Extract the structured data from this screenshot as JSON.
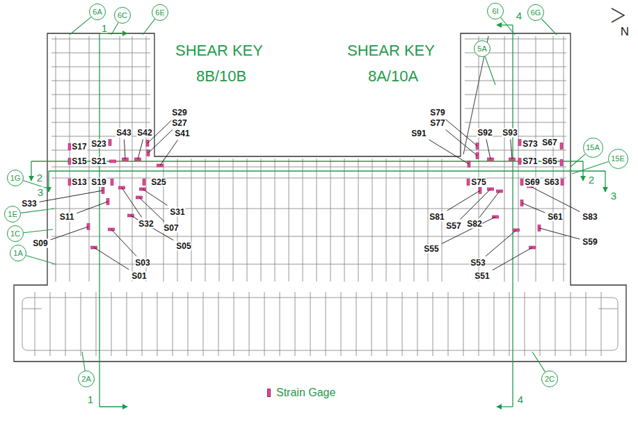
{
  "diagram": {
    "nodes": [
      {
        "text": [
          "6A"
        ]
      },
      {
        "text": [
          "6C"
        ]
      },
      {
        "text": [
          "6E"
        ]
      },
      {
        "text": [
          "6I"
        ]
      },
      {
        "text": [
          "6G"
        ]
      },
      {
        "text": [
          "5A"
        ]
      },
      {
        "text": [
          "15A"
        ]
      },
      {
        "text": [
          "1G"
        ]
      },
      {
        "text": [
          "15E"
        ]
      },
      {
        "text": [
          "1E"
        ]
      },
      {
        "text": [
          "1C"
        ]
      },
      {
        "text": [
          "1A"
        ]
      },
      {
        "text": [
          "2A"
        ]
      },
      {
        "text": [
          "2C"
        ]
      }
    ],
    "labels": [
      "N",
      "SHEAR KEY",
      "8B/10B",
      "SHEAR KEY",
      "8A/10A",
      "1",
      "4",
      "2",
      "3",
      "2",
      "3",
      "S29",
      "S27",
      "S43",
      "S42",
      "S41",
      "S17",
      "S23",
      "S15",
      "S21",
      "S13",
      "S19",
      "S25",
      "S33",
      "S11",
      "S31",
      "S32",
      "S07",
      "S05",
      "S09",
      "S03",
      "S01",
      "S79",
      "S77",
      "S91",
      "S92",
      "S93",
      "S73",
      "S67",
      "S71",
      "S65",
      "S75",
      "S69",
      "S63",
      "S81",
      "S57",
      "S82",
      "S83",
      "S61",
      "S55",
      "S59",
      "S53",
      "S51",
      "1",
      "4"
    ],
    "legend": [
      {
        "text": "Strain Gage",
        "color": "#e0489a"
      }
    ]
  }
}
